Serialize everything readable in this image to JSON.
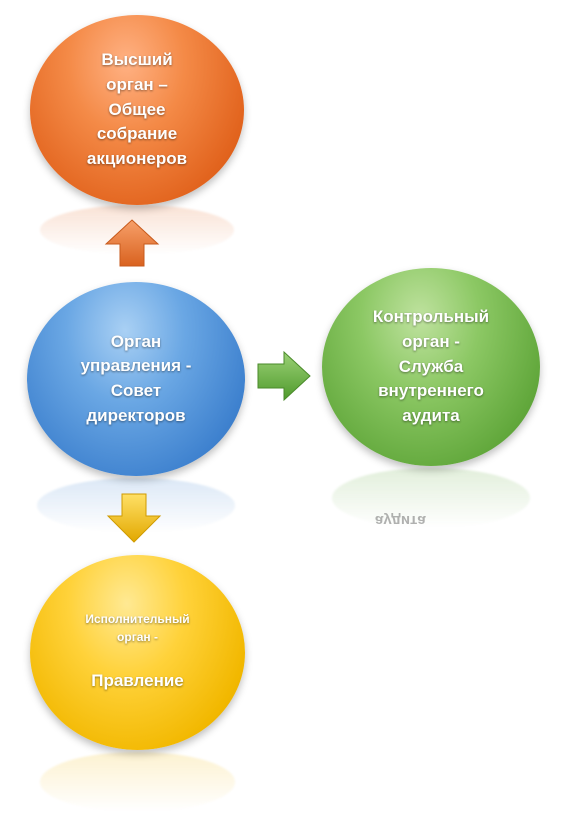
{
  "nodes": {
    "top": {
      "label": "Высший\nорган –\nОбщее\nсобрание\nакционеров",
      "color": "#e2641e"
    },
    "center": {
      "label": "Орган\nуправления -\nСовет\nдиректоров",
      "color": "#3f82cf"
    },
    "right": {
      "label": "Контрольный\nорган -\nСлужба\nвнутреннего\nаудита",
      "color": "#62a83c",
      "reflection": "аудита"
    },
    "bottom": {
      "label_small": "Исполнительный\nорган -",
      "label_big": "Правление",
      "color": "#f2b800"
    }
  },
  "arrows": [
    {
      "from": "center",
      "to": "top",
      "color": "#e8773a"
    },
    {
      "from": "center",
      "to": "right",
      "color": "#72b347"
    },
    {
      "from": "center",
      "to": "bottom",
      "color": "#f0c010"
    }
  ]
}
